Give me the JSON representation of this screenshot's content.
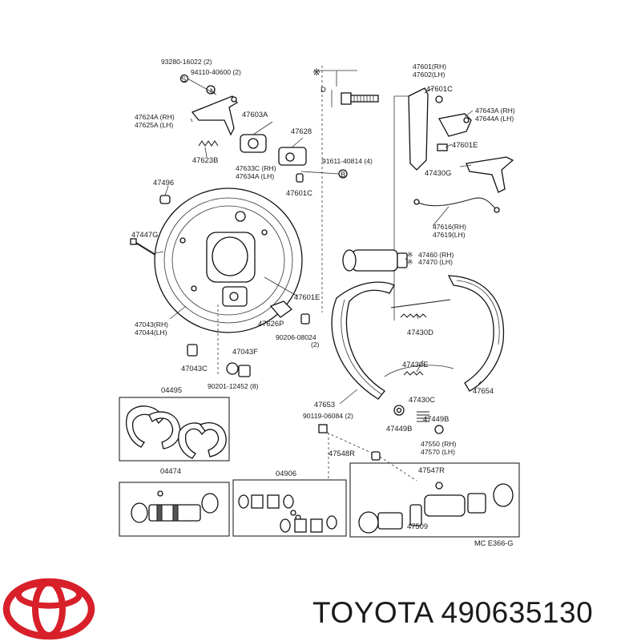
{
  "brand": {
    "name": "TOYOTA",
    "part_number": "490635130",
    "logo_color": "#d8202a"
  },
  "diagram": {
    "code": "MC E366-G",
    "asterisk_mark": "※",
    "dim_label": "D",
    "labels": [
      "93280-16022 (2)",
      "S",
      "94110-40600 (2)",
      "N",
      "47624A (RH)",
      "47625A (LH)",
      "47603A",
      "47628",
      "47623B",
      "47633C (RH)",
      "47634A (LH)",
      "91611-40814 (4)",
      "B",
      "47601C",
      "47496",
      "47447G",
      "47043(RH)",
      "47044(LH)",
      "47626P",
      "47601E",
      "90206-08024",
      "(2)",
      "47043F",
      "47043C",
      "90201-12452 (8)",
      "47601(RH)",
      "47602(LH)",
      "47601C",
      "47643A (RH)",
      "47644A (LH)",
      "47601E",
      "47430G",
      "47616(RH)",
      "47619(LH)",
      "47460 (RH)",
      "47470 (LH)",
      "47430D",
      "47430E",
      "47430C",
      "47653",
      "47654",
      "90119-06084 (2)",
      "47449B",
      "47449B",
      "47550 (RH)",
      "47570 (LH)",
      "47548R",
      "47547R",
      "04495",
      "04474",
      "04906",
      "47509"
    ]
  }
}
